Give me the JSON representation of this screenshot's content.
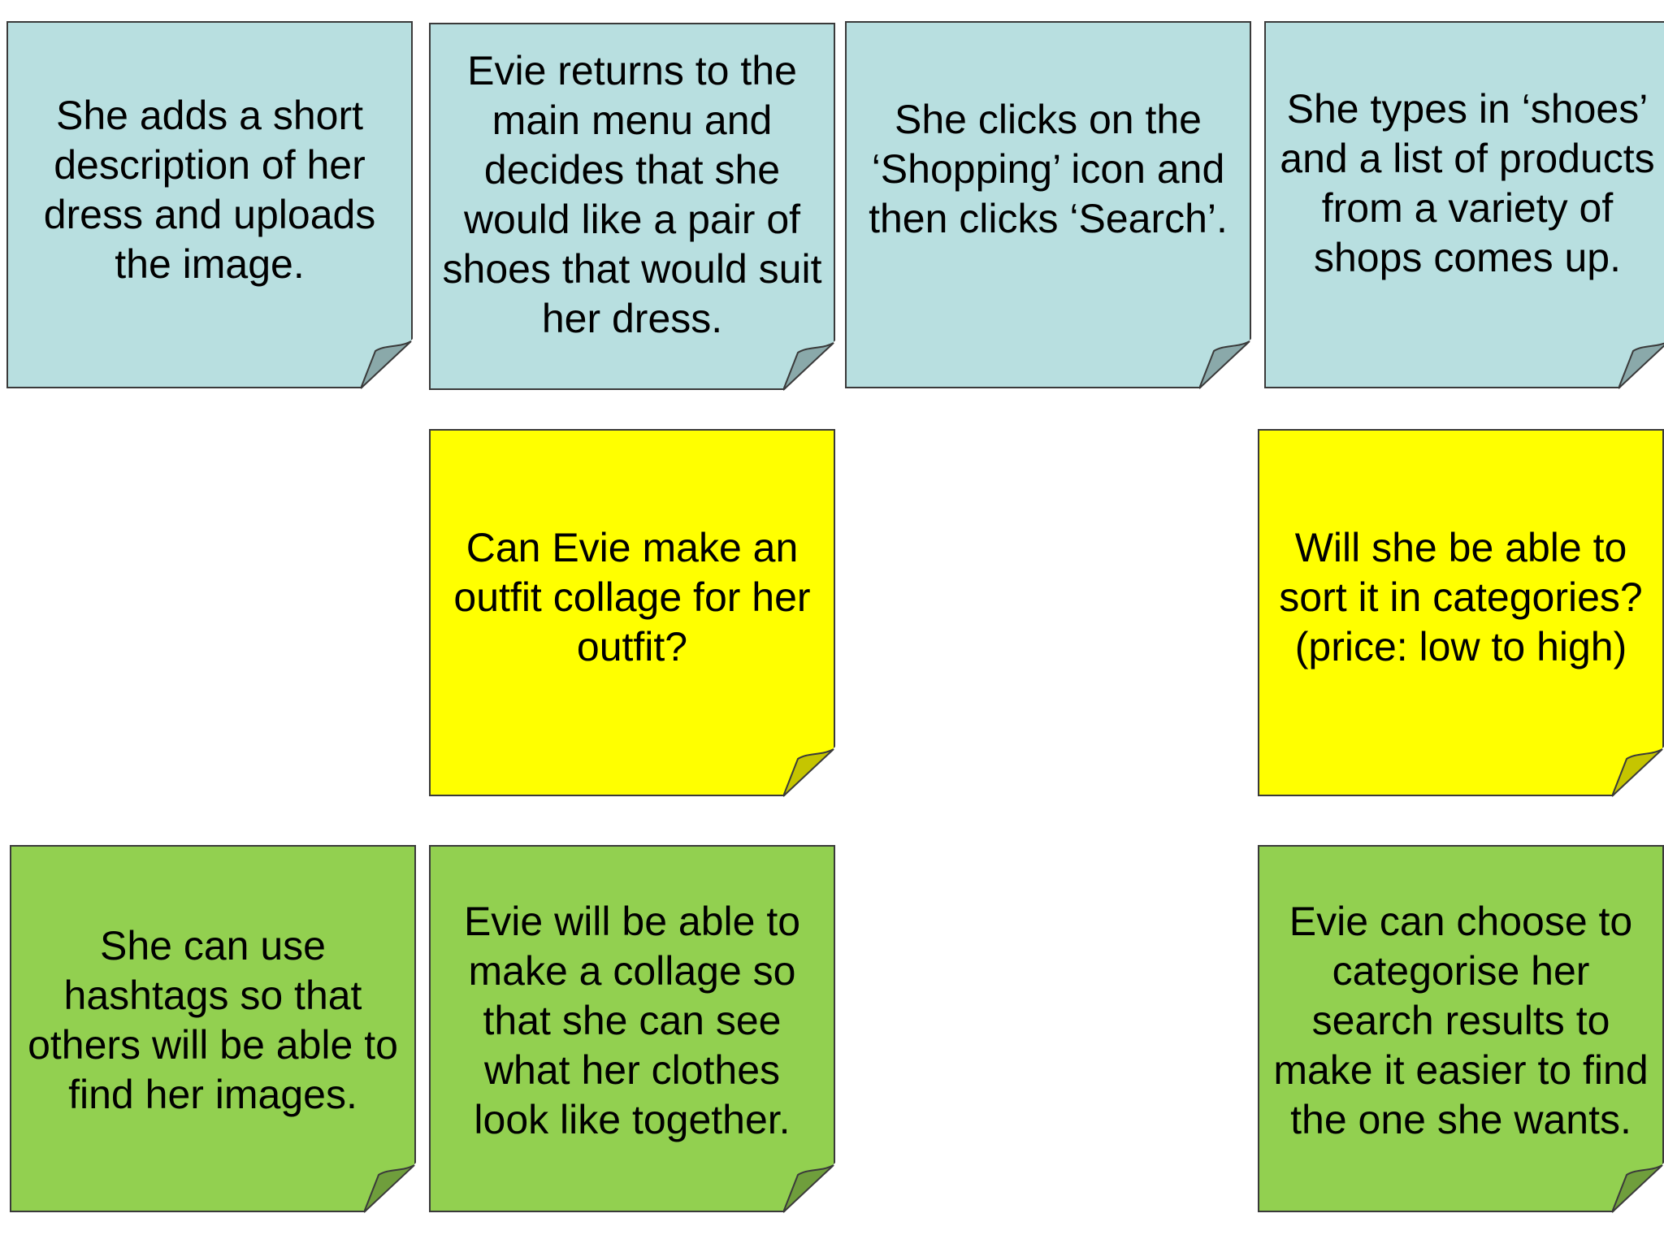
{
  "colors": {
    "blue": "#b8dfe0",
    "yellow": "#ffff00",
    "green": "#92d050",
    "blue_curl": "#8aa9aa",
    "yellow_curl": "#c5c500",
    "green_curl": "#6f9e3c",
    "border": "#3a3a3a"
  },
  "notes": [
    {
      "color": "blue",
      "text": "She adds a short description of her dress and uploads the image."
    },
    {
      "color": "blue",
      "text": "Evie returns to the main menu and decides that she would like a pair of shoes that would suit her dress."
    },
    {
      "color": "blue",
      "text": "She clicks on the ‘Shopping’ icon and then clicks ‘Search’."
    },
    {
      "color": "blue",
      "text": "She types in ‘shoes’ and a list of products from a variety of shops comes up."
    },
    {
      "color": "yellow",
      "text": "Can Evie make an outfit collage for her outfit?"
    },
    {
      "color": "yellow",
      "text": "Will she be able to sort it in categories? (price: low to high)"
    },
    {
      "color": "green",
      "text": "She can use hashtags so that others will be able to find her images."
    },
    {
      "color": "green",
      "text": "Evie will be able to make a collage so that she can see what her clothes look like together."
    },
    {
      "color": "green",
      "text": "Evie can choose to categorise her search results to make it easier to find the one she wants."
    }
  ]
}
